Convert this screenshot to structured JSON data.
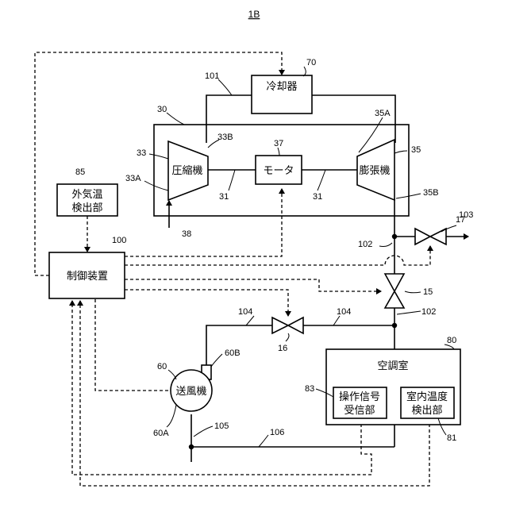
{
  "figure_title": "1B",
  "blocks": {
    "cooler": "冷却器",
    "compressor": "圧縮機",
    "motor": "モータ",
    "expander": "膨張機",
    "outside_temp_line1": "外気温",
    "outside_temp_line2": "検出部",
    "controller": "制御装置",
    "room": "空調室",
    "blower": "送風機",
    "op_signal_line1": "操作信号",
    "op_signal_line2": "受信部",
    "room_temp_line1": "室内温度",
    "room_temp_line2": "検出部"
  },
  "refs": {
    "r1": "70",
    "r2": "101",
    "r3": "30",
    "r4": "33B",
    "r5": "37",
    "r6": "35A",
    "r7": "33",
    "r8": "35",
    "r9": "33A",
    "r10": "31",
    "r11": "31",
    "r12": "35B",
    "r13": "85",
    "r14": "38",
    "r15": "17",
    "r16": "103",
    "r17": "100",
    "r18": "102",
    "r19": "15",
    "r20": "104",
    "r21": "104",
    "r22": "102",
    "r23": "60B",
    "r24": "16",
    "r25": "80",
    "r26": "60",
    "r27": "83",
    "r28": "60A",
    "r29": "105",
    "r30": "106",
    "r31": "81"
  }
}
